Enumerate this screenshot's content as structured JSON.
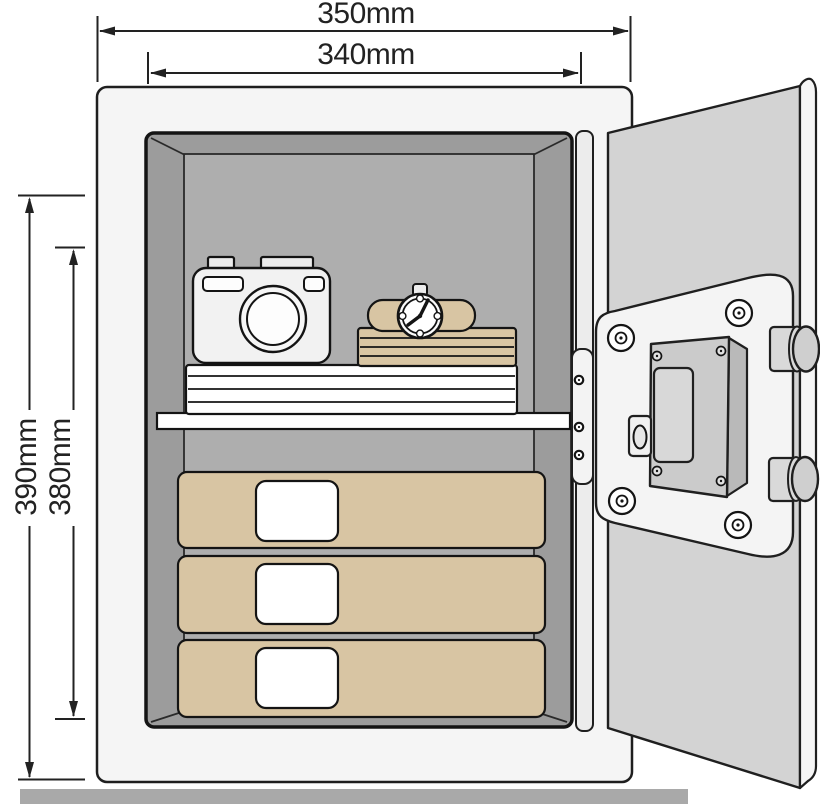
{
  "diagram": {
    "kind": "safe-interior-dimension-diagram",
    "subject": "Open security safe shown front-on with door swung open; interior holds a camera, a wristwatch on a stack of books, a paper stack on a shelf, and three document binders",
    "labels": {
      "width_outer": "350mm",
      "width_inner": "340mm",
      "height_outer": "390mm",
      "height_inner": "380mm"
    },
    "contents": [
      "camera",
      "wristwatch",
      "book-stack",
      "paper-stack",
      "shelf",
      "binder-1",
      "binder-2",
      "binder-3"
    ],
    "colors": {
      "line": "#1f1f1f",
      "safe_body": "#f5f5f5",
      "door_panel": "#d3d3d3",
      "interior_wall": "#9c9c9c",
      "interior_back_wall": "#aeaeae",
      "shelf_and_papers": "#ffffff",
      "tan_items": "#d8c5a3",
      "lock_body": "#cbcbcb",
      "floor_bar": "#a9a9a9"
    }
  }
}
